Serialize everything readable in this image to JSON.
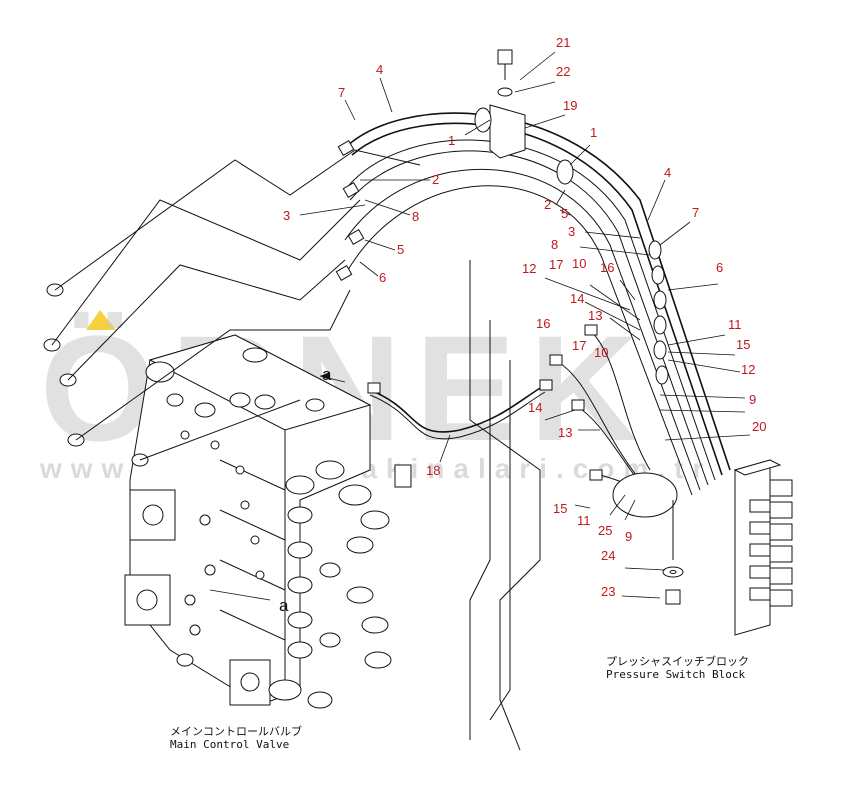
{
  "watermark": {
    "brand": "ÖRNEK",
    "site": "www.ornekiş makinalari.com.tr",
    "accent_color": "#f2c200"
  },
  "labels": {
    "main_valve_jp": "メインコントロールバルブ",
    "main_valve_en": "Main Control Valve",
    "psw_block_jp": "プレッシャスイッチブロック",
    "psw_block_en": "Pressure Switch Block",
    "ref_a": "a"
  },
  "callouts": [
    {
      "id": "c21",
      "text": "21"
    },
    {
      "id": "c22",
      "text": "22"
    },
    {
      "id": "c19",
      "text": "19"
    },
    {
      "id": "c4a",
      "text": "4"
    },
    {
      "id": "c7a",
      "text": "7"
    },
    {
      "id": "c1a",
      "text": "1"
    },
    {
      "id": "c1b",
      "text": "1"
    },
    {
      "id": "c2a",
      "text": "2"
    },
    {
      "id": "c3a",
      "text": "3"
    },
    {
      "id": "c8a",
      "text": "8"
    },
    {
      "id": "c5a",
      "text": "5"
    },
    {
      "id": "c6a",
      "text": "6"
    },
    {
      "id": "c4b",
      "text": "4"
    },
    {
      "id": "c7b",
      "text": "7"
    },
    {
      "id": "c2b",
      "text": "2"
    },
    {
      "id": "c5b",
      "text": "5"
    },
    {
      "id": "c3b",
      "text": "3"
    },
    {
      "id": "c8b",
      "text": "8"
    },
    {
      "id": "c10a",
      "text": "10"
    },
    {
      "id": "c16a",
      "text": "16"
    },
    {
      "id": "c17a",
      "text": "17"
    },
    {
      "id": "c12a",
      "text": "12"
    },
    {
      "id": "c6b",
      "text": "6"
    },
    {
      "id": "c14a",
      "text": "14"
    },
    {
      "id": "c13a",
      "text": "13"
    },
    {
      "id": "c11a",
      "text": "11"
    },
    {
      "id": "c16b",
      "text": "16"
    },
    {
      "id": "c17b",
      "text": "17"
    },
    {
      "id": "c10b",
      "text": "10"
    },
    {
      "id": "c15a",
      "text": "15"
    },
    {
      "id": "c12b",
      "text": "12"
    },
    {
      "id": "c9a",
      "text": "9"
    },
    {
      "id": "c14b",
      "text": "14"
    },
    {
      "id": "c13b",
      "text": "13"
    },
    {
      "id": "c20",
      "text": "20"
    },
    {
      "id": "c18",
      "text": "18"
    },
    {
      "id": "c15b",
      "text": "15"
    },
    {
      "id": "c11b",
      "text": "11"
    },
    {
      "id": "c25",
      "text": "25"
    },
    {
      "id": "c9b",
      "text": "9"
    },
    {
      "id": "c24",
      "text": "24"
    },
    {
      "id": "c23",
      "text": "23"
    }
  ]
}
